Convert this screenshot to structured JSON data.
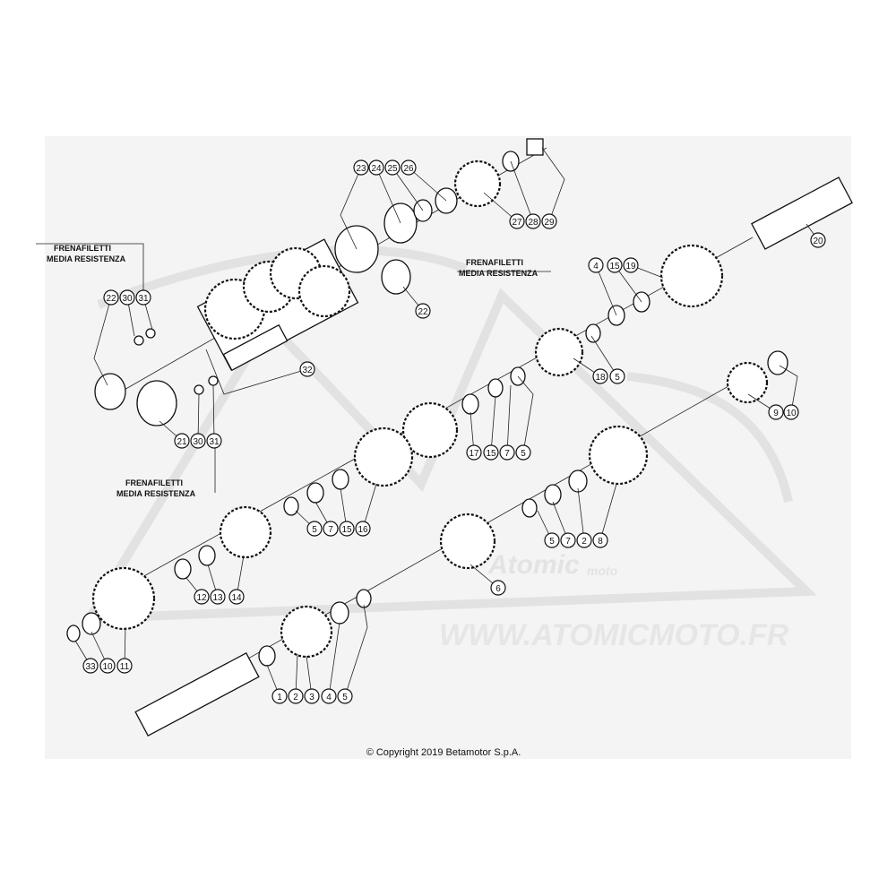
{
  "notes": {
    "thread_lock_1": [
      "FRENAFILETTI",
      "MEDIA RESISTENZA"
    ],
    "thread_lock_2": [
      "FRENAFILETTI",
      "MEDIA RESISTENZA"
    ],
    "thread_lock_3": [
      "FRENAFILETTI",
      "MEDIA RESISTENZA"
    ]
  },
  "watermark": {
    "brand": "Atomic",
    "sub": "moto",
    "url": "WWW.ATOMICMOTO.FR"
  },
  "copyright": "© Copyright 2019 Betamotor S.p.A.",
  "callouts": [
    "23",
    "24",
    "25",
    "26",
    "27",
    "28",
    "29",
    "20",
    "4",
    "15",
    "19",
    "22",
    "30",
    "31",
    "22",
    "32",
    "18",
    "5",
    "21",
    "30",
    "31",
    "17",
    "15",
    "7",
    "5",
    "9",
    "10",
    "5",
    "7",
    "15",
    "16",
    "5",
    "7",
    "2",
    "8",
    "12",
    "13",
    "14",
    "6",
    "33",
    "10",
    "11",
    "1",
    "2",
    "3",
    "4",
    "5"
  ]
}
